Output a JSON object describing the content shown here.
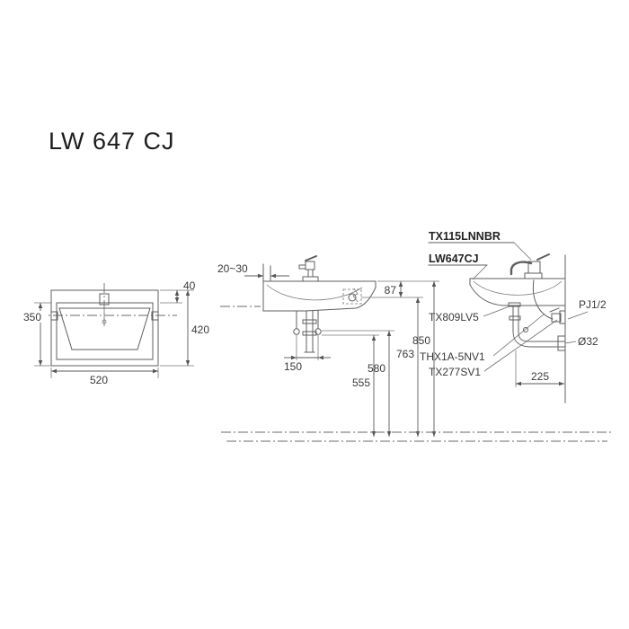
{
  "title": "LW 647 CJ",
  "front_view": {
    "dim_top_offset": "40",
    "dim_left_height": "350",
    "dim_right_height": "420",
    "dim_width": "520"
  },
  "side_view": {
    "dim_wall_gap": "20~30",
    "dim_rim_to_drain": "87",
    "dim_bolt_spacing": "150",
    "dim_trap_low": "555",
    "dim_trap_high": "580",
    "dim_drain_height": "763",
    "dim_rim_height": "850"
  },
  "parts_view": {
    "faucet_model": "TX115LNNBR",
    "basin_model": "LW647CJ",
    "popup_model": "TX809LV5",
    "hose_model": "THX1A-5NV1",
    "valve_model": "TX277SV1",
    "supply_conn": "PJ1/2",
    "drain_dia": "Ø32",
    "dim_trap_to_wall": "225"
  }
}
